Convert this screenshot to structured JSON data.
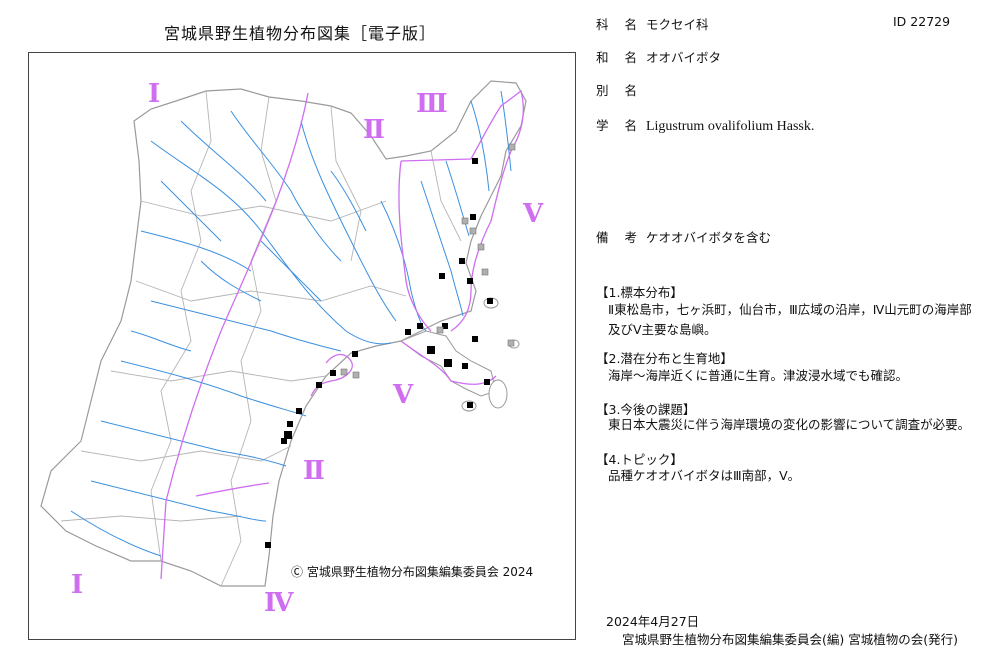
{
  "map": {
    "title": "宮城県野生植物分布図集［電子版］",
    "copyright": "Ⓒ 宮城県野生植物分布図集編集委員会 2024",
    "region_labels": [
      "Ⅰ",
      "Ⅱ",
      "Ⅲ",
      "Ⅴ",
      "Ⅱ",
      "Ⅴ",
      "Ⅰ",
      "Ⅳ"
    ],
    "colors": {
      "land_border": "#9a9a9a",
      "rivers": "#3a8fe0",
      "region_borders": "#cf6ef0",
      "specimen": "#000000",
      "literature": "#b0b0b0"
    }
  },
  "info": {
    "family_label": "科 名",
    "family": "モクセイ科",
    "id": "ID 22729",
    "japanese_label": "和 名",
    "japanese": "オオバイボタ",
    "alias_label": "別 名",
    "alias": "",
    "scientific_label": "学 名",
    "scientific": "Ligustrum ovalifolium Hassk.",
    "notes_label": "備 考",
    "notes": "ケオオバイボタを含む"
  },
  "sections": [
    {
      "heading": "【1.標本分布】",
      "body": "Ⅱ東松島市，七ヶ浜町，仙台市，Ⅲ広域の沿岸，Ⅳ山元町の海岸部及びⅤ主要な島嶼。"
    },
    {
      "heading": "【2.潜在分布と生育地】",
      "body": "海岸～海岸近くに普通に生育。津波浸水域でも確認。"
    },
    {
      "heading": "【3.今後の課題】",
      "body": "東日本大震災に伴う海岸環境の変化の影響について調査が必要。"
    },
    {
      "heading": "【4.トピック】",
      "body": "品種ケオオバイボタはⅢ南部，Ⅴ。"
    }
  ],
  "footer": {
    "date": "2024年4月27日",
    "publisher": "宮城県野生植物分布図集編集委員会(編) 宮城植物の会(発行)"
  }
}
